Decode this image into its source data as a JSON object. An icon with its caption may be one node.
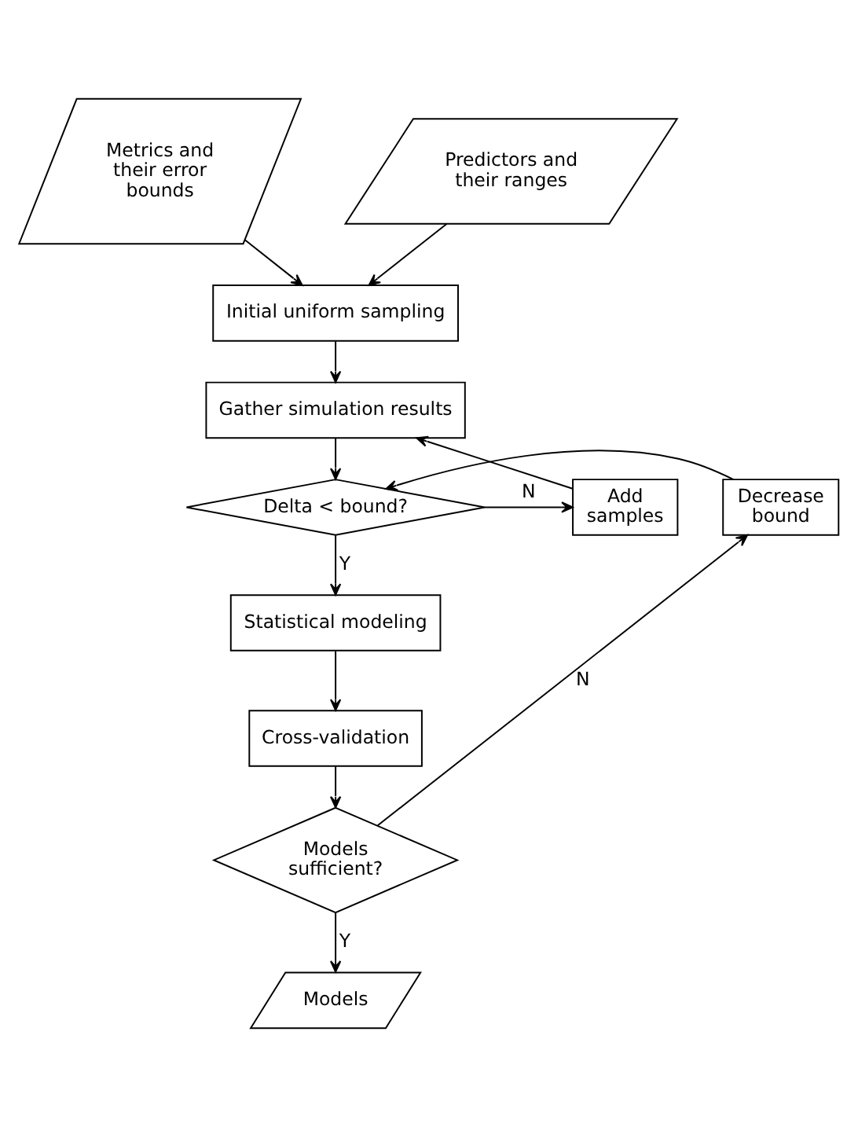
{
  "diagram": {
    "nodes": [
      {
        "text": [
          "Metrics and their error bounds"
        ]
      },
      {
        "text": [
          "Predictors and their ranges"
        ]
      },
      {
        "text": [
          "Initial uniform sampling"
        ]
      },
      {
        "text": [
          "Gather simulation results"
        ]
      },
      {
        "text": [
          "Delta < bound?"
        ]
      },
      {
        "text": [
          "Add samples"
        ]
      },
      {
        "text": [
          "Decrease bound"
        ]
      },
      {
        "text": [
          "Statistical modeling"
        ]
      },
      {
        "text": [
          "Cross-validation"
        ]
      },
      {
        "text": [
          "Models sufficient?"
        ]
      },
      {
        "text": [
          "Models"
        ]
      }
    ],
    "edges": [
      {
        "from": 0,
        "to": 2,
        "arrow": "to"
      },
      {
        "from": 1,
        "to": 2,
        "arrow": "to"
      },
      {
        "from": 2,
        "to": 3,
        "arrow": "to"
      },
      {
        "from": 3,
        "to": 4,
        "arrow": "to"
      },
      {
        "from": 4,
        "to": 5,
        "arrow": "to",
        "label": "N"
      },
      {
        "from": 5,
        "to": 3,
        "arrow": "to"
      },
      {
        "from": 4,
        "to": 7,
        "arrow": "to",
        "label": "Y"
      },
      {
        "from": 7,
        "to": 8,
        "arrow": "to"
      },
      {
        "from": 8,
        "to": 9,
        "arrow": "to"
      },
      {
        "from": 9,
        "to": 6,
        "arrow": "to",
        "label": "N"
      },
      {
        "from": 6,
        "to": 4,
        "arrow": "to"
      },
      {
        "from": 9,
        "to": 10,
        "arrow": "to",
        "label": "Y"
      }
    ]
  }
}
